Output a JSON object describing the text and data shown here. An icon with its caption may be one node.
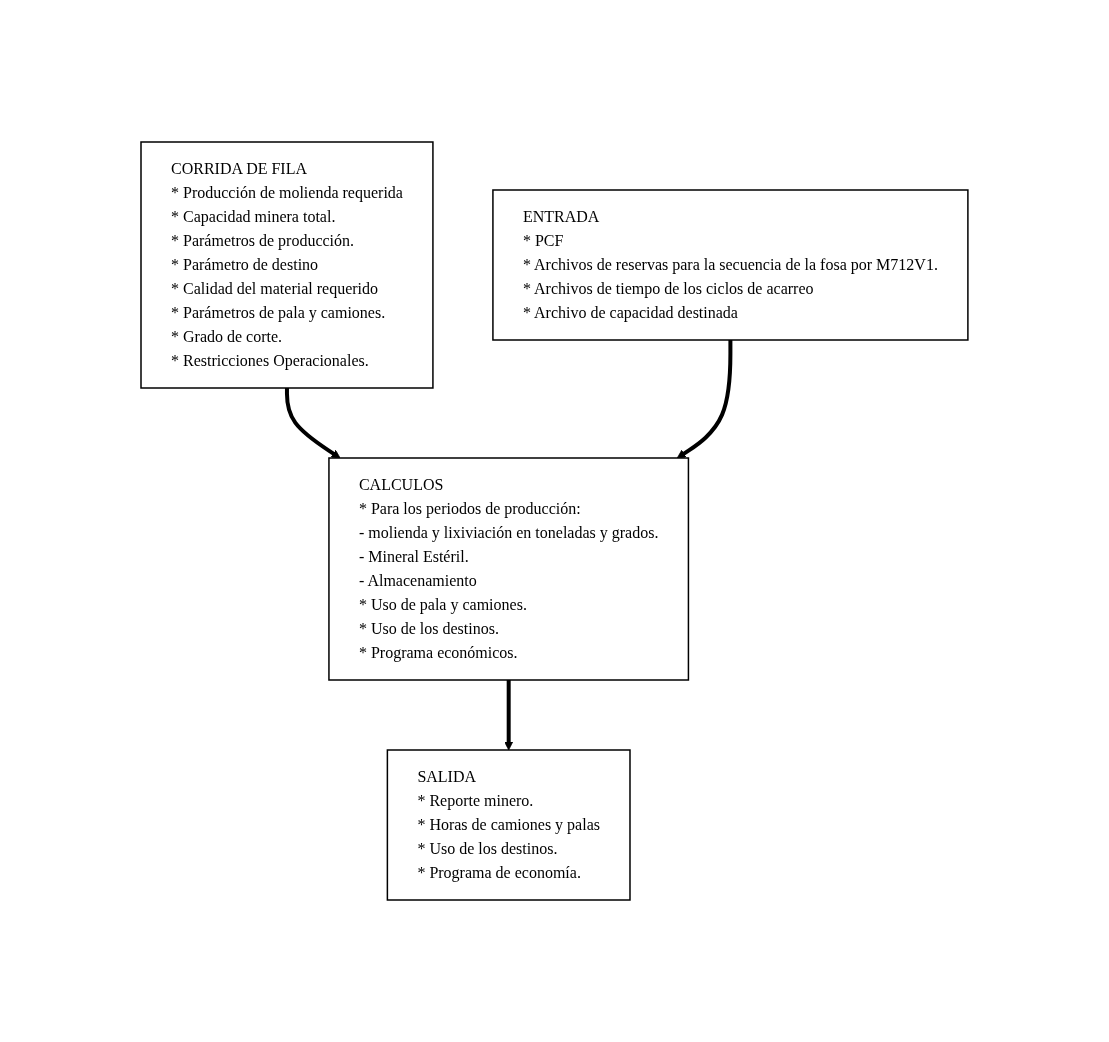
{
  "diagram": {
    "nodes": [
      {
        "text": [
          "CORRIDA DE FILA",
          "* Producción de molienda requerida",
          "* Capacidad minera total.",
          "* Parámetros de producción.",
          "* Parámetro de destino",
          "* Calidad del material requerido",
          "* Parámetros de pala y camiones.",
          "* Grado de corte.",
          "* Restricciones Operacionales."
        ]
      },
      {
        "text": [
          "ENTRADA",
          "* PCF",
          "* Archivos de reservas para la secuencia de la fosa por M712V1.",
          "* Archivos de tiempo de los ciclos de acarreo",
          "* Archivo de capacidad destinada"
        ]
      },
      {
        "text": [
          "CALCULOS",
          "* Para los periodos de producción:",
          "- molienda y lixiviación en toneladas y grados.",
          "- Mineral Estéril.",
          "- Almacenamiento",
          "* Uso de pala y camiones.",
          "* Uso de los destinos.",
          "* Programa económicos."
        ]
      },
      {
        "text": [
          "SALIDA",
          "* Reporte minero.",
          "* Horas de camiones y palas",
          "* Uso de los destinos.",
          "* Programa de economía."
        ]
      }
    ],
    "edges": [
      {
        "from": 0,
        "to": 2,
        "arrow": "to"
      },
      {
        "from": 1,
        "to": 2,
        "arrow": "to"
      },
      {
        "from": 2,
        "to": 3,
        "arrow": "to"
      }
    ]
  }
}
